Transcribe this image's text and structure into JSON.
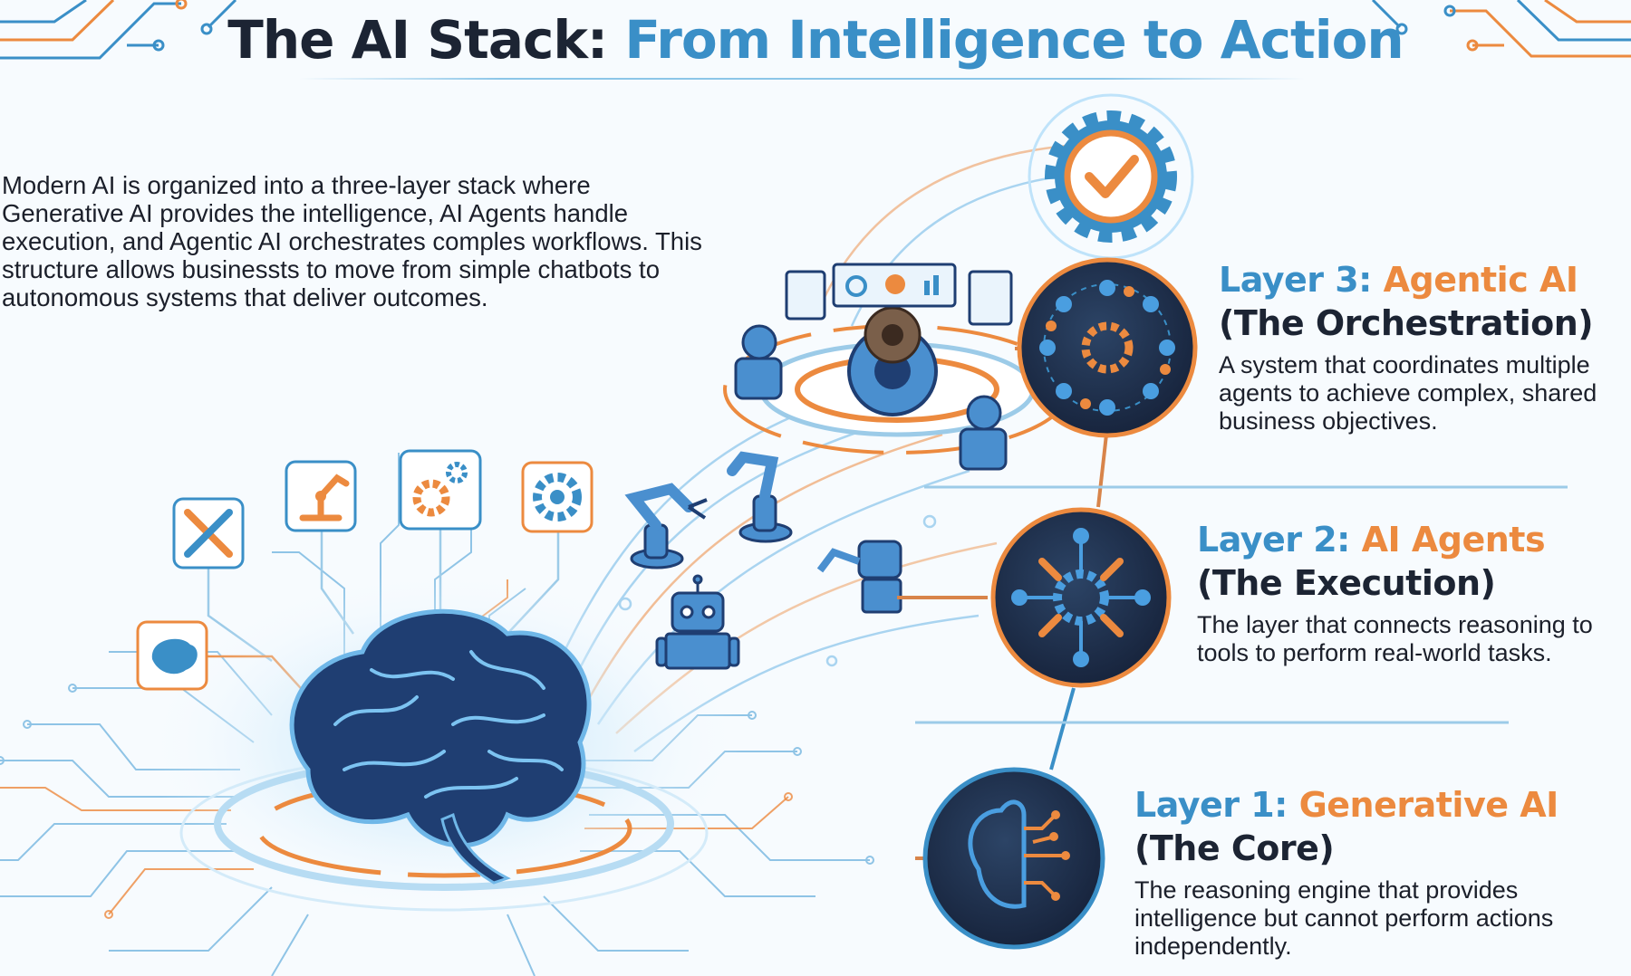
{
  "title": {
    "part1": "The AI Stack:",
    "part2": "From Intelligence to Action"
  },
  "intro": "Modern AI is organized into a three-layer stack where Generative AI provides the intelligence, AI Agents handle execution, and Agentic AI orchestrates comples workflows. This structure allows businessts to move from simple chatbots to autonomous systems that deliver outcomes.",
  "layers": [
    {
      "number": "Layer 3:",
      "name": "Agentic AI",
      "subtitle": "(The Orchestration)",
      "description": "A system that coordinates multiple agents to achieve complex, shared business objectives."
    },
    {
      "number": "Layer 2:",
      "name": "AI Agents",
      "subtitle": "(The Execution)",
      "description": "The layer that connects reasoning to tools to perform real-world tasks."
    },
    {
      "number": "Layer 1:",
      "name": "Generative AI",
      "subtitle": "(The Core)",
      "description": "The reasoning engine that provides intelligence but cannot perform actions independently."
    }
  ],
  "colors": {
    "navy": "#1c2433",
    "blue": "#3a8fc7",
    "orange": "#ec8a3f",
    "dark_circle": "#1e2e49",
    "light_blue": "#9ccbe8"
  },
  "icons": [
    "brain-icon",
    "wrench-screwdriver-icon",
    "robot-arm-icon",
    "gears-icon",
    "gear-icon",
    "robot-icon",
    "monitor-icon",
    "gear-checkmark-icon",
    "network-people-icon",
    "tools-hub-icon",
    "brain-circuit-icon"
  ]
}
